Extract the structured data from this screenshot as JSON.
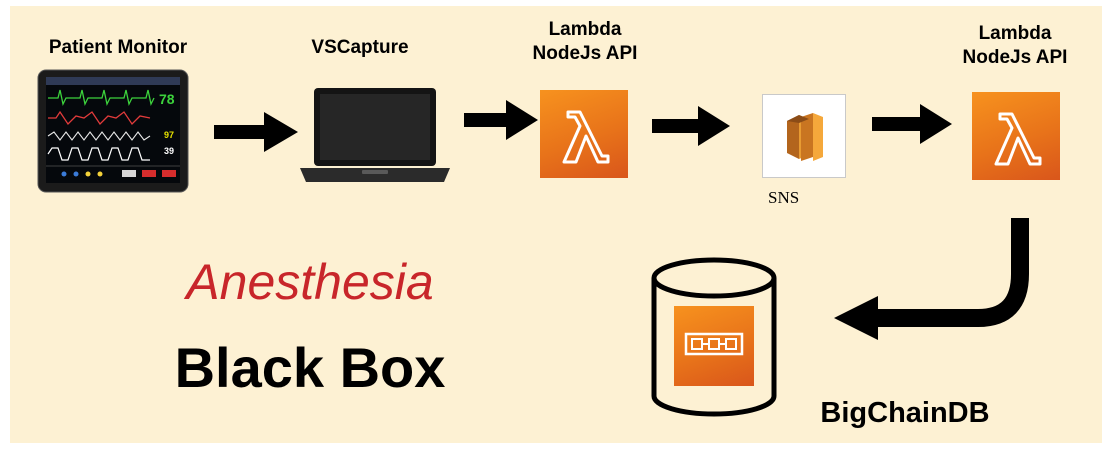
{
  "nodes": {
    "patient_monitor": {
      "label": "Patient Monitor",
      "icon": "patient-monitor-icon"
    },
    "vscapture": {
      "label": "VSCapture",
      "icon": "laptop-icon"
    },
    "lambda1": {
      "label_line1": "Lambda",
      "label_line2": "NodeJs API",
      "icon": "lambda-icon"
    },
    "sns": {
      "label": "SNS",
      "icon": "sns-icon"
    },
    "lambda2": {
      "label_line1": "Lambda",
      "label_line2": "NodeJs API",
      "icon": "lambda-icon"
    },
    "bigchaindb": {
      "label": "BigChainDB",
      "icon": "database-icon"
    }
  },
  "monitor_screen": {
    "hr": "78",
    "v2": "97",
    "v3": "39"
  },
  "title": {
    "line1": "Anesthesia",
    "line2": "Black Box"
  },
  "colors": {
    "background": "#fdf1d3",
    "accent_red": "#c8262a",
    "aws_orange": "#f7921e",
    "arrow": "#000000"
  },
  "edges": [
    {
      "from": "patient_monitor",
      "to": "vscapture"
    },
    {
      "from": "vscapture",
      "to": "lambda1"
    },
    {
      "from": "lambda1",
      "to": "sns"
    },
    {
      "from": "sns",
      "to": "lambda2"
    },
    {
      "from": "lambda2",
      "to": "bigchaindb"
    }
  ]
}
